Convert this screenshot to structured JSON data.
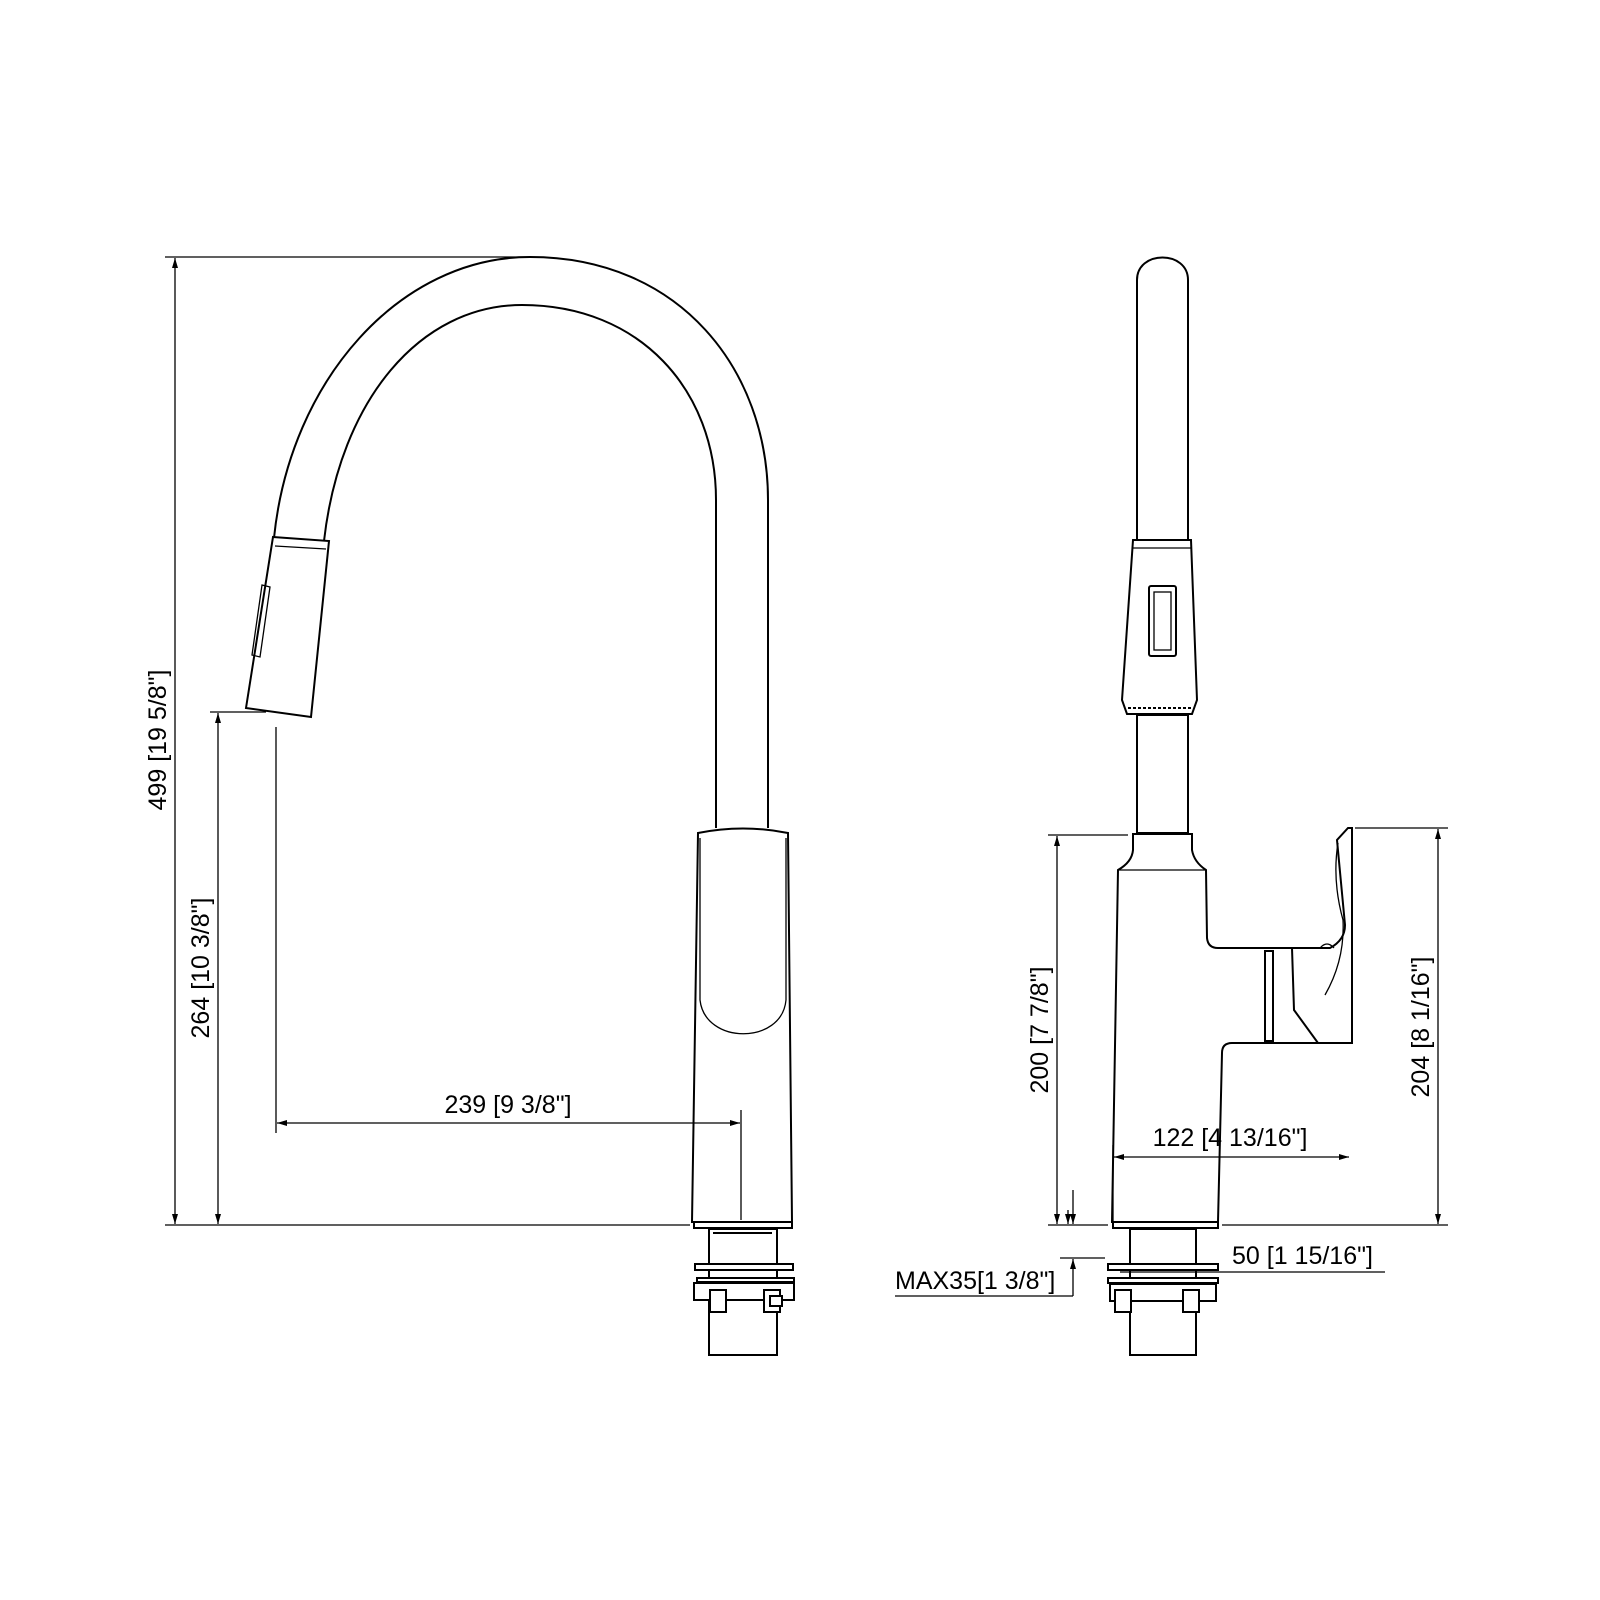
{
  "dimensions": {
    "overall_height": "499 [19 5/8\"]",
    "spout_clearance": "264 [10 3/8\"]",
    "spout_reach": "239 [9 3/8\"]",
    "body_height": "200 [7 7/8\"]",
    "handle_height": "204 [8 1/16\"]",
    "handle_reach": "122 [4 13/16\"]",
    "deck_thickness": "MAX35[1 3/8\"]",
    "hole_diameter": "50 [1 15/16\"]"
  }
}
